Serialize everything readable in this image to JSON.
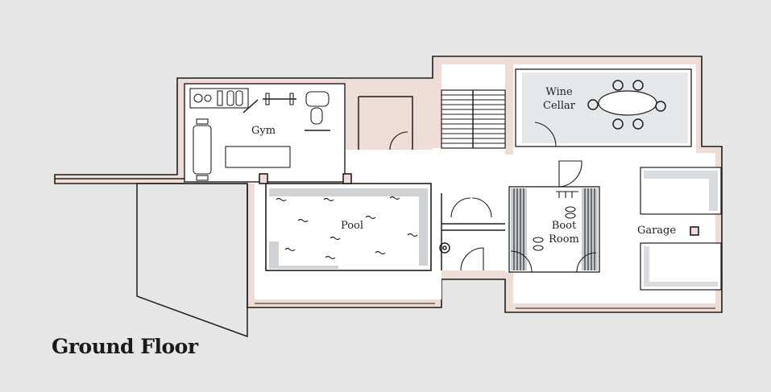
{
  "title": "Ground Floor",
  "rooms": {
    "gym": "Gym",
    "wine_cellar_line1": "Wine",
    "wine_cellar_line2": "Cellar",
    "pool": "Pool",
    "boot_room_line1": "Boot",
    "boot_room_line2": "Room",
    "garage": "Garage"
  },
  "colors": {
    "background": "#e6e6e6",
    "wall_fill": "#eeddd6",
    "line": "#1e1e1e",
    "pool_shade": "#cfd3d6"
  }
}
